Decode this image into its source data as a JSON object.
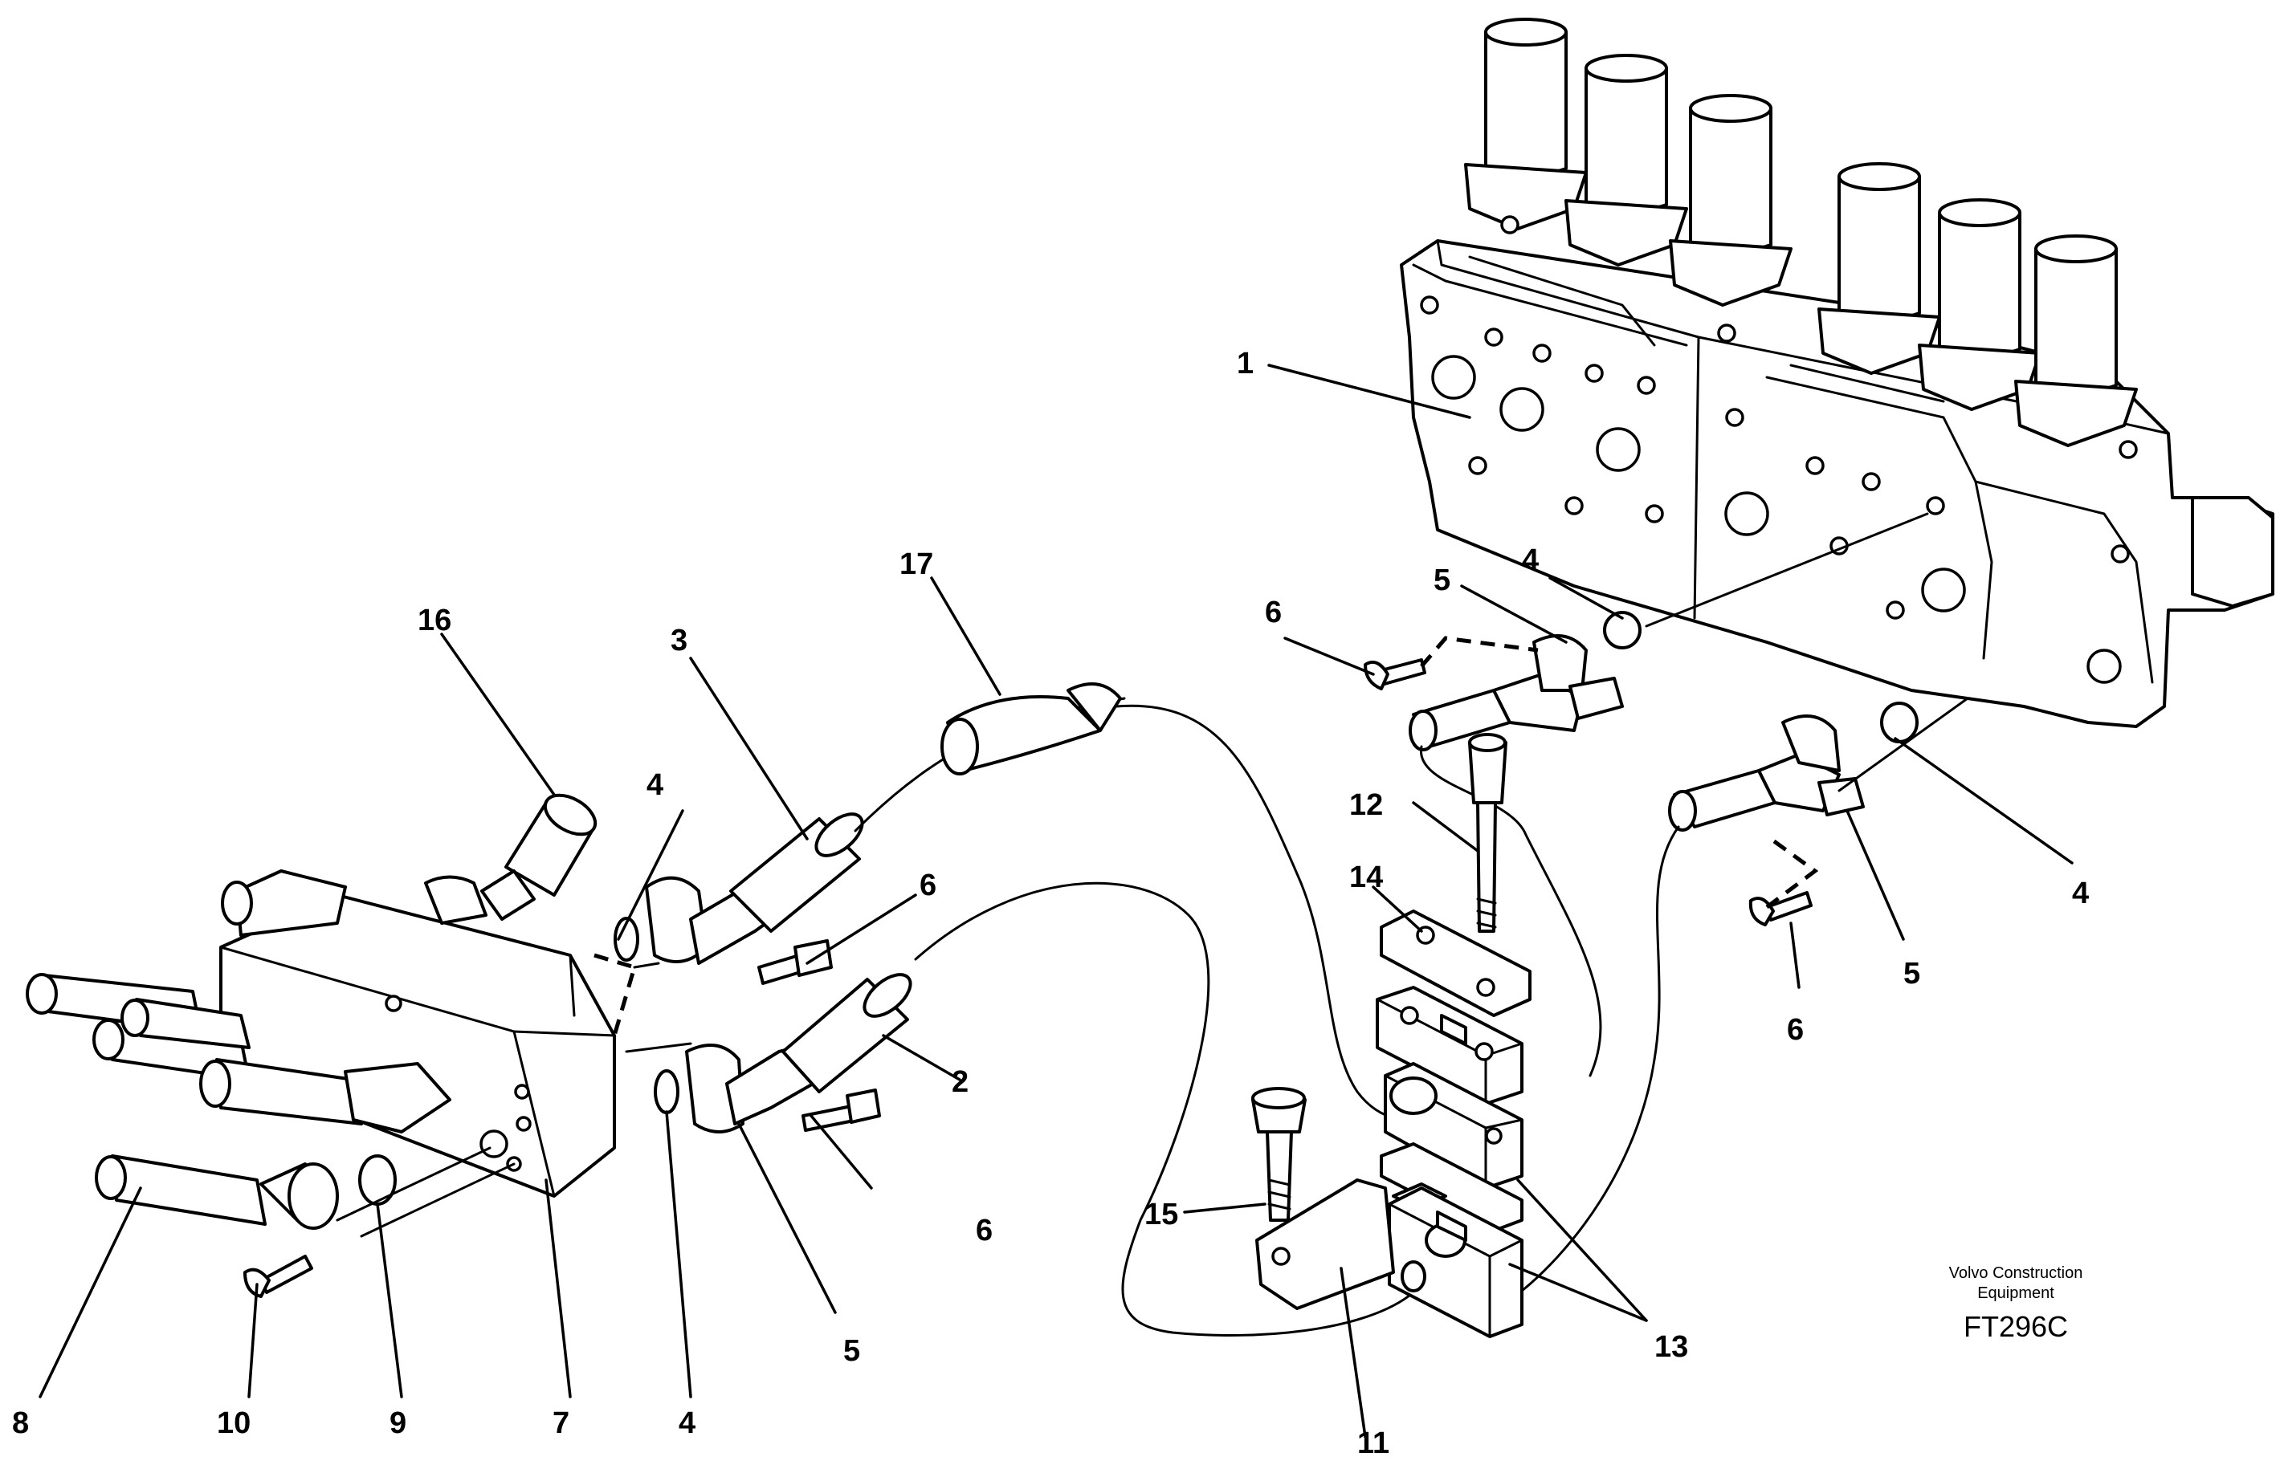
{
  "drawing": {
    "brand_line1": "Volvo Construction",
    "brand_line2": "Equipment",
    "code": "FT296C"
  },
  "callouts": {
    "c1": "1",
    "c2": "2",
    "c3": "3",
    "c4a": "4",
    "c4b": "4",
    "c4c": "4",
    "c4d": "4",
    "c5a": "5",
    "c5b": "5",
    "c5c": "5",
    "c6a": "6",
    "c6b": "6",
    "c6c": "6",
    "c6d": "6",
    "c7": "7",
    "c8": "8",
    "c9": "9",
    "c10": "10",
    "c11": "11",
    "c12": "12",
    "c13": "13",
    "c14": "14",
    "c15": "15",
    "c16": "16",
    "c17": "17"
  }
}
